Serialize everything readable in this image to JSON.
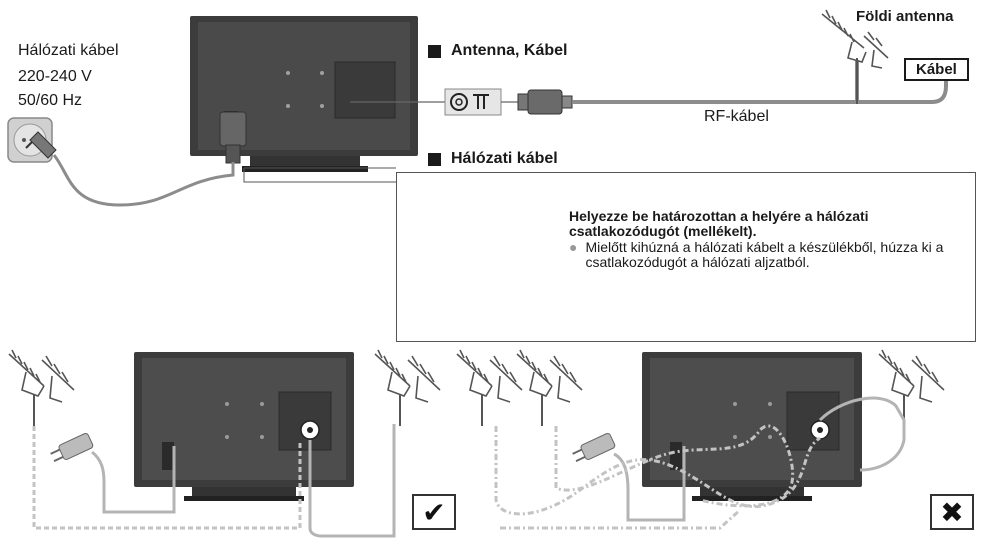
{
  "power_label": {
    "title": "Hálózati kábel",
    "voltage": "220-240 V",
    "frequency": "50/60 Hz"
  },
  "antenna_section": {
    "heading": "Antenna, Kábel",
    "rf_cable_label": "RF-kábel",
    "terrestrial_antenna_label": "Földi antenna",
    "cable_label": "Kábel"
  },
  "mains_section": {
    "heading": "Hálózati kábel",
    "instruction_title": "Helyezze be határozottan a helyére a hálózati csatlakozódugót (mellékelt).",
    "instruction_bullet": "Mielőtt kihúzná a hálózati kábelt a készülékből, húzza ki a csatlakozódugót a hálózati aljzatból."
  },
  "examples": {
    "correct_symbol": "✔",
    "wrong_symbol": "✖"
  },
  "colors": {
    "tv_body": "#3c3c3c",
    "tv_panel": "#4a4a4a",
    "cable_gray": "#8c8c8c",
    "light_cable": "#b4b4b4",
    "dash_cable": "#c3c3c3",
    "ink": "#1a1a1a"
  },
  "icons": {
    "antenna": "antenna-icon",
    "wall_socket": "wall-socket-icon",
    "plug": "power-plug-icon",
    "coax_port": "coax-port-icon",
    "rf_plug": "rf-plug-icon",
    "hand": "hand-icon",
    "up_arrow": "up-arrow-icon"
  }
}
